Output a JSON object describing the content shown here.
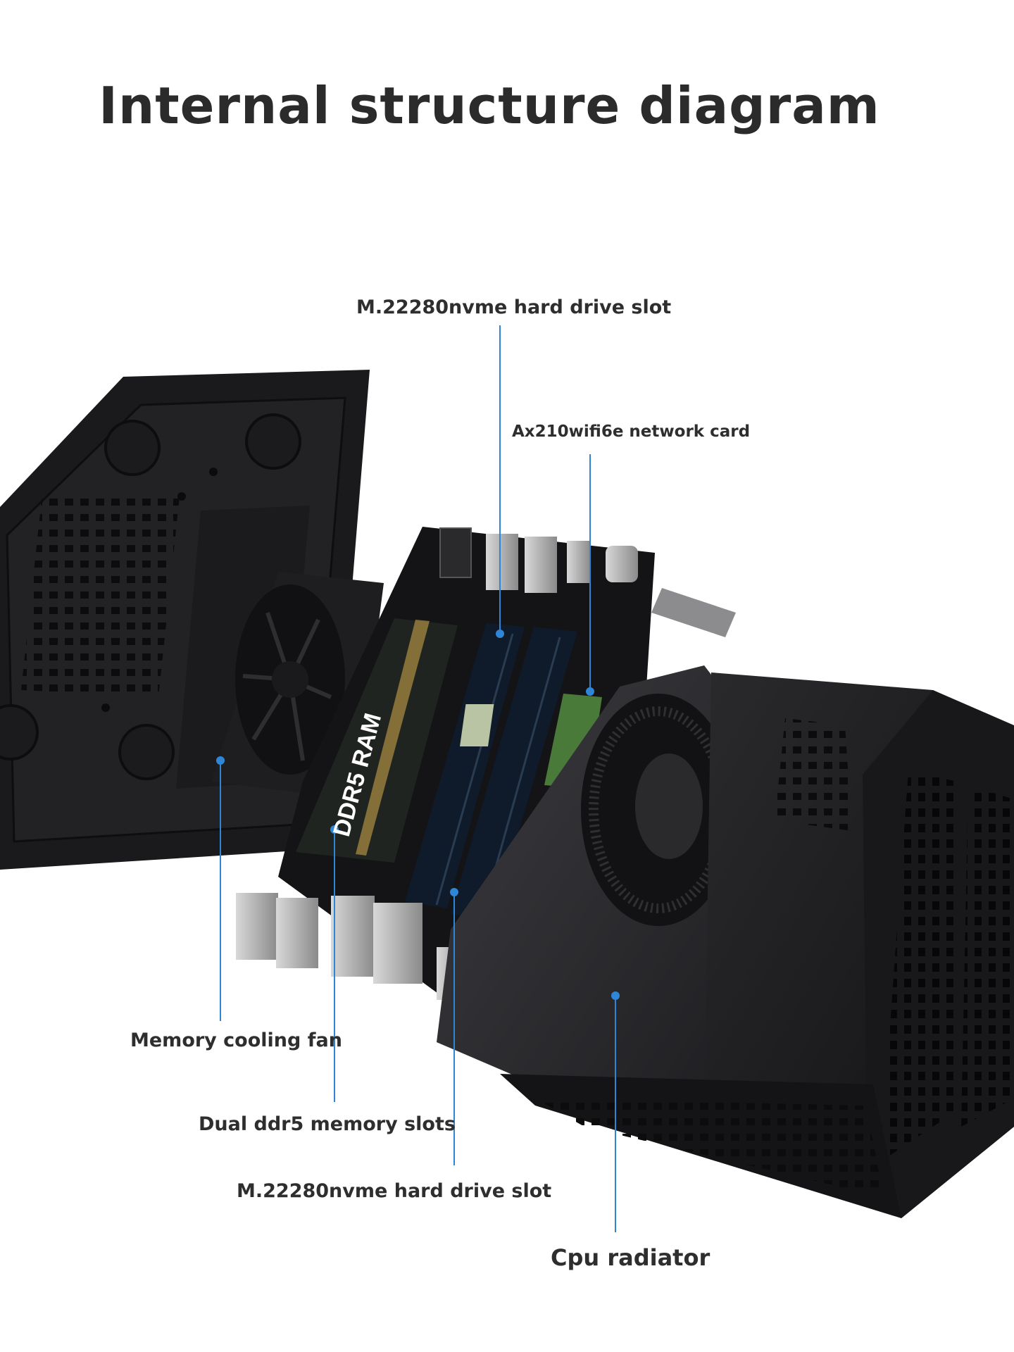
{
  "title": "Internal structure diagram",
  "labels": {
    "nvme_slot_top": "M.22280nvme hard drive slot",
    "wifi_card": "Ax210wifi6e network card",
    "memory_fan": "Memory cooling fan",
    "memory_slots": "Dual ddr5 memory slots",
    "nvme_slot_bottom": "M.22280nvme hard drive slot",
    "cpu_radiator": "Cpu radiator"
  },
  "ram_text": "DDR5 RAM",
  "colors": {
    "leader_line": "#2f86d6",
    "text": "#2e2e2e",
    "case": "#1c1c1e",
    "board": "#141416"
  }
}
